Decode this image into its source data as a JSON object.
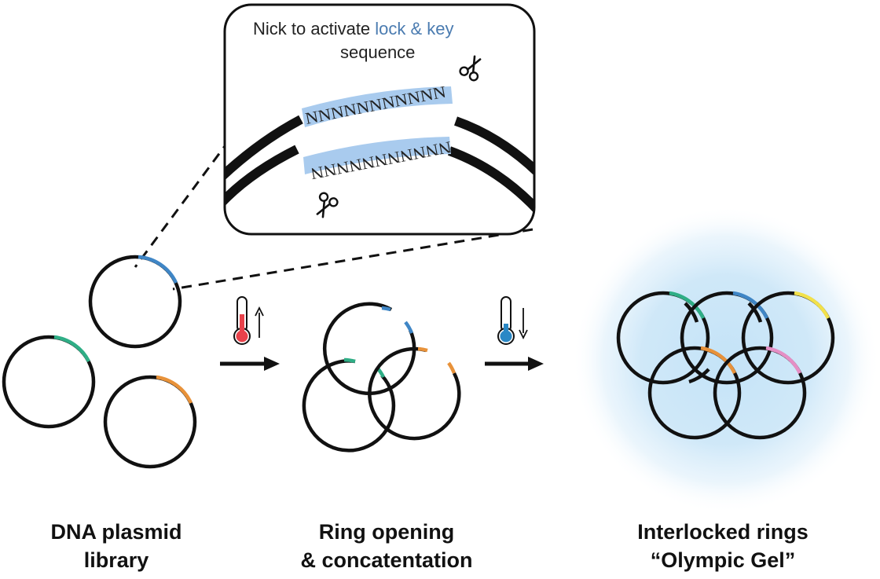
{
  "inset": {
    "line1_prefix": "Nick to activate ",
    "line1_highlight": "lock & key",
    "line2": "sequence",
    "upper_strand_bases": "NNNNNNNNNNN",
    "lower_strand_bases": "NNNNNNNNNNN"
  },
  "stages": {
    "library_line1": "DNA plasmid",
    "library_line2": "library",
    "opening_line1": "Ring opening",
    "opening_line2": "& concatentation",
    "gel_line1": "Interlocked rings",
    "gel_line2": "“Olympic Gel”"
  },
  "icons": {
    "heat": "thermometer-rising-icon",
    "cool": "thermometer-falling-icon",
    "cut": "scissors-icon"
  },
  "colors": {
    "strand": "#111111",
    "blue": "#3f86c6",
    "green": "#2fae86",
    "orange": "#e8923a",
    "yellow": "#f2e14a",
    "pink": "#e58fc5",
    "highlight": "#a9cbee",
    "glow": "#bfe0f5",
    "thermo_hot": "#e8424b",
    "thermo_cold": "#2a88c5"
  }
}
